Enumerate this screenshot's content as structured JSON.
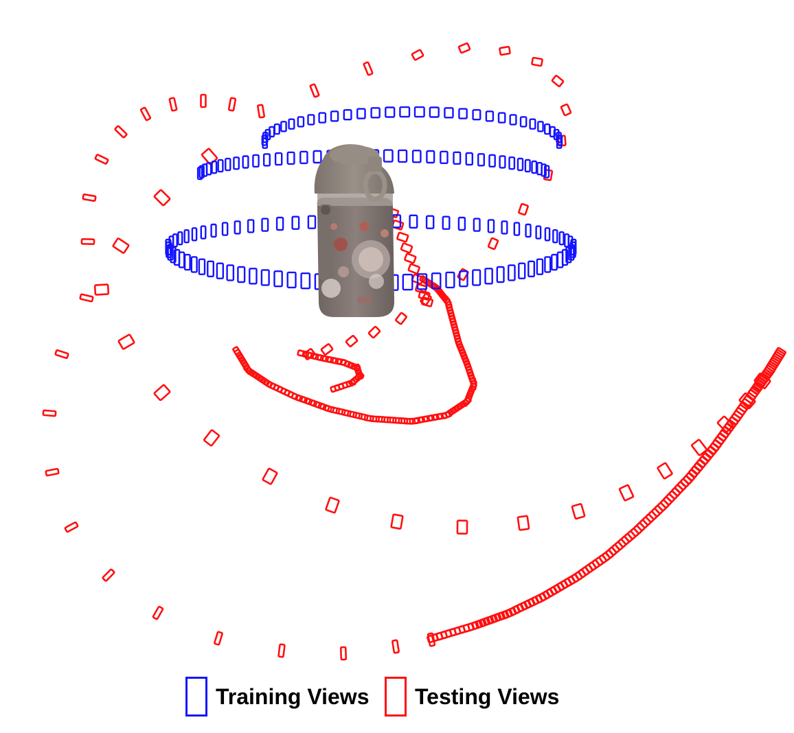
{
  "figure": {
    "object": "water-bottle",
    "colors": {
      "training": "#1414ff",
      "testing": "#ff1010",
      "bottle_body": "#857a76",
      "bottle_cap": "#8e857d"
    }
  },
  "legend": {
    "training_label": "Training Views",
    "testing_label": "Testing Views"
  }
}
